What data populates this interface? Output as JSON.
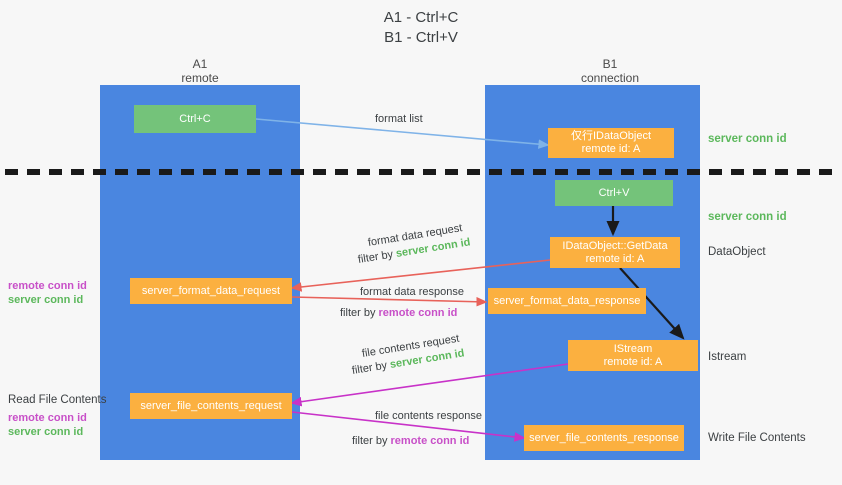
{
  "title": {
    "line1": "A1 - Ctrl+C",
    "line2": "B1 - Ctrl+V"
  },
  "columns": [
    {
      "name": "A1",
      "sub": "remote"
    },
    {
      "name": "B1",
      "sub": "connection"
    }
  ],
  "colors": {
    "lane": "#4a86e0",
    "orange": "#fbb040",
    "green": "#74c37a",
    "server_conn": "#5cb85c",
    "remote_conn": "#c850c8",
    "arrow_blue": "#7fb3e8",
    "arrow_red": "#e8625a",
    "arrow_magenta": "#c832c8",
    "arrow_black": "#1a1a1a",
    "background": "#f7f7f7"
  },
  "nodes": {
    "ctrl_c": {
      "label": "Ctrl+C"
    },
    "ctrl_v": {
      "label": "Ctrl+V"
    },
    "idataobject": {
      "line1": "仅行IDataObject",
      "line2": "remote id: A"
    },
    "getdata": {
      "line1": "IDataObject::GetData",
      "line2": "remote id: A"
    },
    "istream": {
      "line1": "IStream",
      "line2": "remote id: A"
    },
    "format_data_request": {
      "label": "server_format_data_request"
    },
    "format_data_response": {
      "label": "server_format_data_response"
    },
    "file_contents_request": {
      "label": "server_file_contents_request"
    },
    "file_contents_response": {
      "label": "server_file_contents_response"
    }
  },
  "right_labels": {
    "server_conn_top": "server conn id",
    "server_conn_mid": "server conn id",
    "dataobject": "DataObject",
    "istream": "Istream",
    "write_file_contents": "Write File Contents"
  },
  "left_labels": {
    "format_remote": "remote conn id",
    "format_server": "server conn id",
    "read_file_contents": "Read File Contents",
    "file_remote": "remote conn id",
    "file_server": "server conn id"
  },
  "wire_labels": {
    "format_list": "format list",
    "format_data_request": "format data request",
    "format_data_request_filter_prefix": "filter by ",
    "format_data_request_filter_value": "server conn id",
    "format_data_response": "format data response",
    "format_data_response_filter_prefix": "filter by ",
    "format_data_response_filter_value": "remote conn id",
    "file_contents_request": "file contents request",
    "file_contents_request_filter_prefix": "filter by ",
    "file_contents_request_filter_value": "server conn id",
    "file_contents_response": "file contents response",
    "file_contents_response_filter_prefix": "filter by ",
    "file_contents_response_filter_value": "remote conn id"
  }
}
